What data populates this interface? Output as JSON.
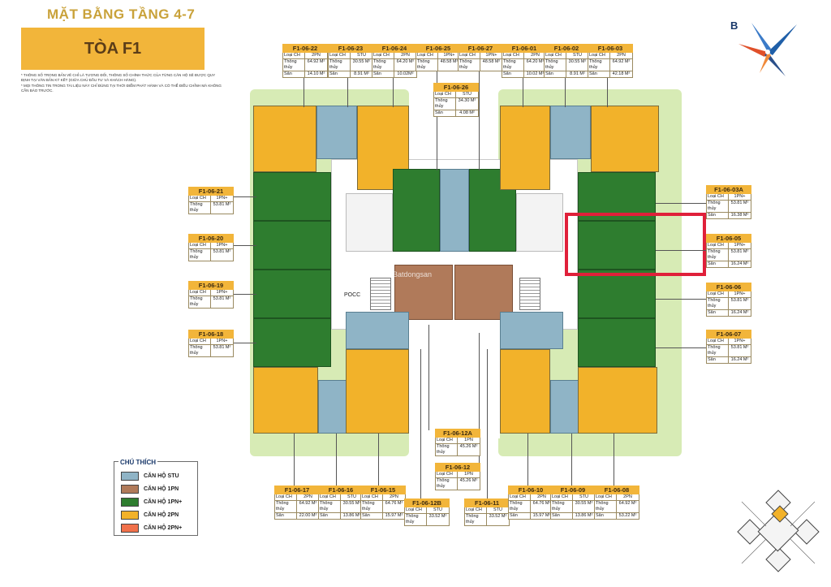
{
  "header": {
    "title": "MẶT BẰNG TẦNG 4-7",
    "building": "TÒA F1",
    "notes": [
      "* THÔNG SỐ TRONG BẢN VẼ CHỈ LÀ TƯƠNG ĐỐI, THÔNG SỐ CHÍNH THỨC CỦA TỪNG CĂN HỘ SẼ ĐƯỢC QUY ĐỊNH TẠI VĂN BẢN KÝ KẾT (GIỮA CHỦ ĐẦU TƯ VÀ KHÁCH HÀNG).",
      "* MỌI THÔNG TIN TRONG TÀI LIỆU NÀY CHỈ ĐÚNG TẠI THỜI ĐIỂM PHÁT HÀNH VÀ CÓ THỂ ĐIỀU CHỈNH MÀ KHÔNG CẦN BÁO TRƯỚC."
    ]
  },
  "compass": {
    "letter": "B"
  },
  "floor": {
    "pocc": "POCC",
    "watermark": "Batdongsan"
  },
  "row_labels": {
    "type": "Loại CH",
    "area": "Thông thủy",
    "garden": "Sân"
  },
  "units": {
    "u22": {
      "code": "F1-06-22",
      "type": "2PN",
      "area": "64.92 M²",
      "garden": "14.10 M²"
    },
    "u23": {
      "code": "F1-06-23",
      "type": "STU",
      "area": "30.55 M²",
      "garden": "8.91 M²"
    },
    "u24": {
      "code": "F1-06-24",
      "type": "2PN",
      "area": "64.20 M²",
      "garden": "10.02M²"
    },
    "u25": {
      "code": "F1-06-25",
      "type": "1PN+",
      "area": "48.58 M²"
    },
    "u27": {
      "code": "F1-06-27",
      "type": "1PN+",
      "area": "48.58 M²"
    },
    "u01": {
      "code": "F1-06-01",
      "type": "2PN",
      "area": "64.20 M²",
      "garden": "10.02 M²"
    },
    "u02": {
      "code": "F1-06-02",
      "type": "STU",
      "area": "30.55 M²",
      "garden": "8.91 M²"
    },
    "u03": {
      "code": "F1-06-03",
      "type": "2PN",
      "area": "64.92 M²",
      "garden": "42.18 M²"
    },
    "u26": {
      "code": "F1-06-26",
      "type": "STU",
      "area": "34.30 M²",
      "garden": "4.08 M²"
    },
    "u21": {
      "code": "F1-06-21",
      "type": "1PN+",
      "area": "53.81 M²"
    },
    "u20": {
      "code": "F1-06-20",
      "type": "1PN+",
      "area": "53.81 M²"
    },
    "u19": {
      "code": "F1-06-19",
      "type": "1PN+",
      "area": "53.81 M²"
    },
    "u18": {
      "code": "F1-06-18",
      "type": "1PN+",
      "area": "53.81 M²"
    },
    "u03a": {
      "code": "F1-06-03A",
      "type": "1PN+",
      "area": "53.81 M²",
      "garden": "16.38 M²"
    },
    "u05": {
      "code": "F1-06-05",
      "type": "1PN+",
      "area": "53.81 M²",
      "garden": "16.24 M²"
    },
    "u06": {
      "code": "F1-06-06",
      "type": "1PN+",
      "area": "53.81 M²",
      "garden": "16.24 M²"
    },
    "u07": {
      "code": "F1-06-07",
      "type": "1PN+",
      "area": "53.81 M²",
      "garden": "16.24 M²"
    },
    "u12a": {
      "code": "F1-06-12A",
      "type": "1PN",
      "area": "45.26 M²"
    },
    "u12": {
      "code": "F1-06-12",
      "type": "1PN",
      "area": "45.26 M²"
    },
    "u17": {
      "code": "F1-06-17",
      "type": "2PN",
      "area": "64.92 M²",
      "garden": "22.00 M²"
    },
    "u16": {
      "code": "F1-06-16",
      "type": "STU",
      "area": "30.55 M²",
      "garden": "13.86 M²"
    },
    "u15": {
      "code": "F1-06-15",
      "type": "2PN",
      "area": "64.76 M²",
      "garden": "15.97 M²"
    },
    "u12b": {
      "code": "F1-06-12B",
      "type": "STU",
      "area": "33.52 M²"
    },
    "u11": {
      "code": "F1-06-11",
      "type": "STU",
      "area": "33.52 M²"
    },
    "u10": {
      "code": "F1-06-10",
      "type": "2PN",
      "area": "64.76 M²",
      "garden": "15.97 M²"
    },
    "u09": {
      "code": "F1-06-09",
      "type": "STU",
      "area": "30.55 M²",
      "garden": "13.86 M²"
    },
    "u08": {
      "code": "F1-06-08",
      "type": "2PN",
      "area": "64.92 M²",
      "garden": "53.22 M²"
    }
  },
  "legend": {
    "title": "CHÚ THÍCH",
    "items": [
      {
        "label": "CĂN HỘ STU",
        "color": "#8fb4c6"
      },
      {
        "label": "CĂN HỘ 1PN",
        "color": "#b07a5a"
      },
      {
        "label": "CĂN HỘ 1PN+",
        "color": "#2e7d2f"
      },
      {
        "label": "CĂN HỘ 2PN",
        "color": "#f2b22a"
      },
      {
        "label": "CĂN HỘ 2PN+",
        "color": "#f0704a"
      }
    ]
  }
}
